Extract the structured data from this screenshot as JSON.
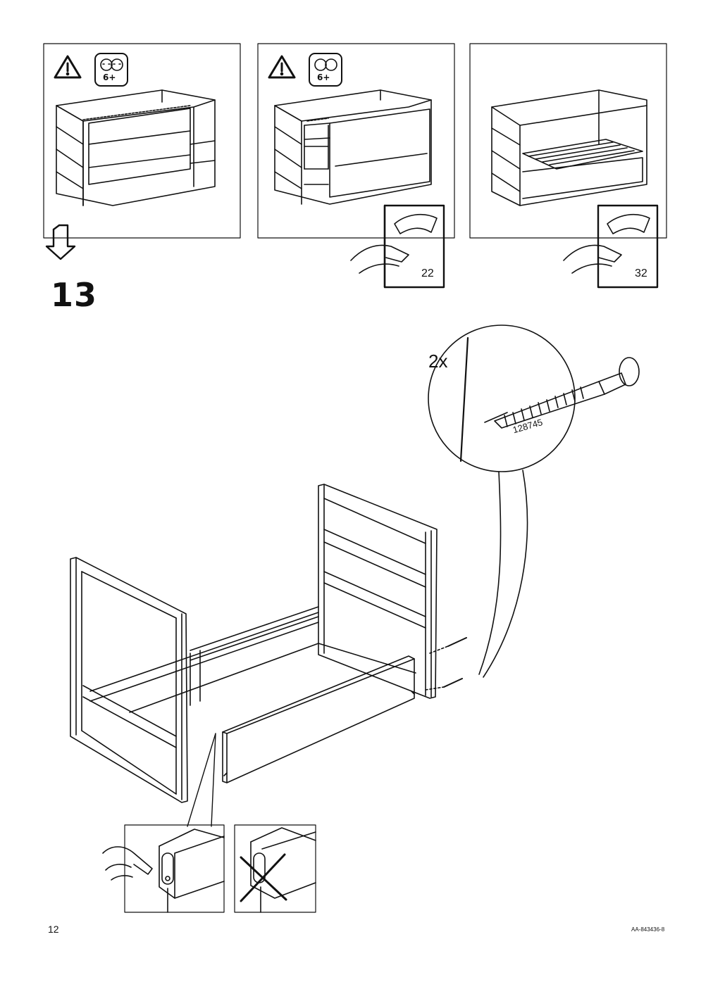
{
  "step": {
    "number": "13"
  },
  "panels": [
    {
      "age_label": "6+",
      "page_ref": ""
    },
    {
      "age_label": "6+",
      "page_ref": "22"
    },
    {
      "age_label": "",
      "page_ref": "32"
    }
  ],
  "hardware": {
    "quantity": "2x",
    "part_number": "128745"
  },
  "footer": {
    "page_number": "12",
    "document_code": "AA-843436-8"
  },
  "icons": [
    "warning-icon",
    "child-age-icon",
    "turn-page-icon",
    "direction-arrow-icon",
    "screw-icon",
    "hand-icon",
    "cross-icon"
  ]
}
